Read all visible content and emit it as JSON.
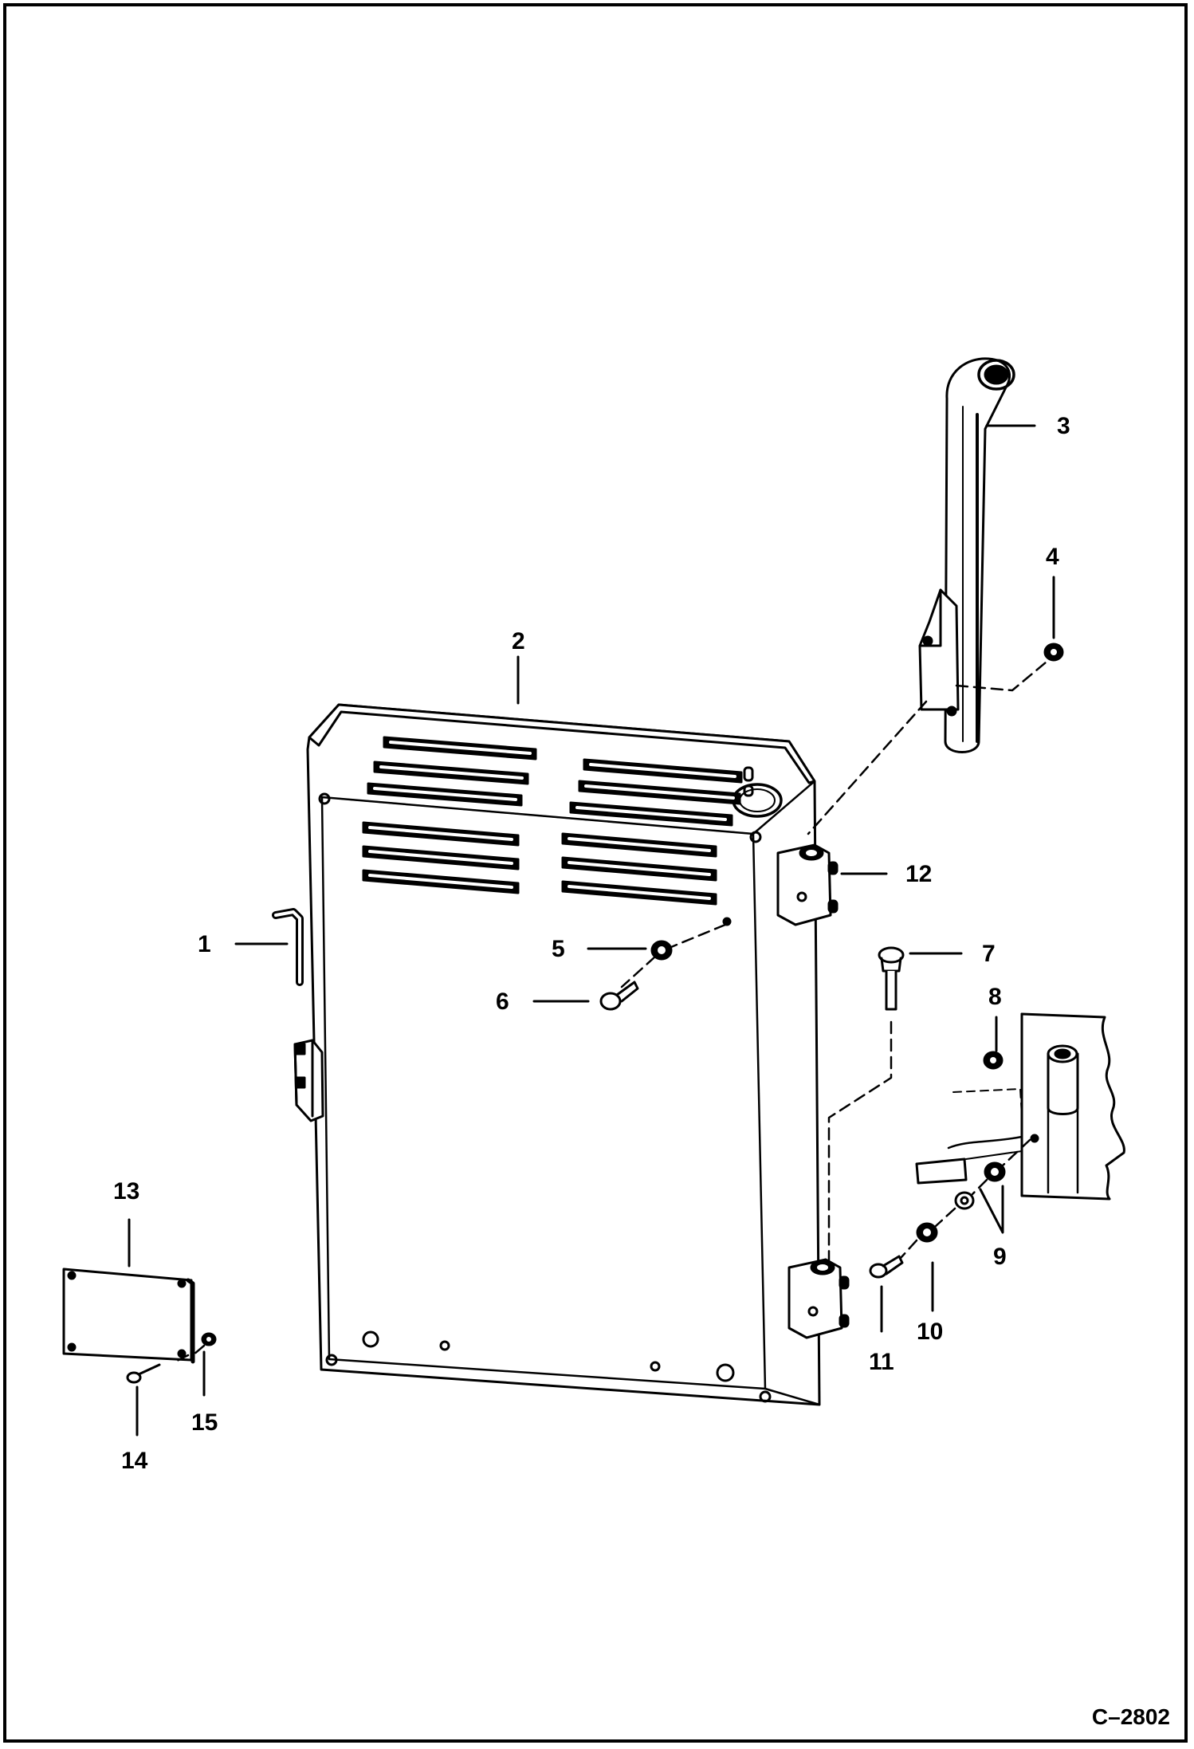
{
  "figure_id": "C–2802",
  "callouts": {
    "c1": "1",
    "c2": "2",
    "c3": "3",
    "c4": "4",
    "c5": "5",
    "c6": "6",
    "c7": "7",
    "c8": "8",
    "c9": "9",
    "c10": "10",
    "c11": "11",
    "c12": "12",
    "c13": "13",
    "c14": "14",
    "c15": "15"
  }
}
